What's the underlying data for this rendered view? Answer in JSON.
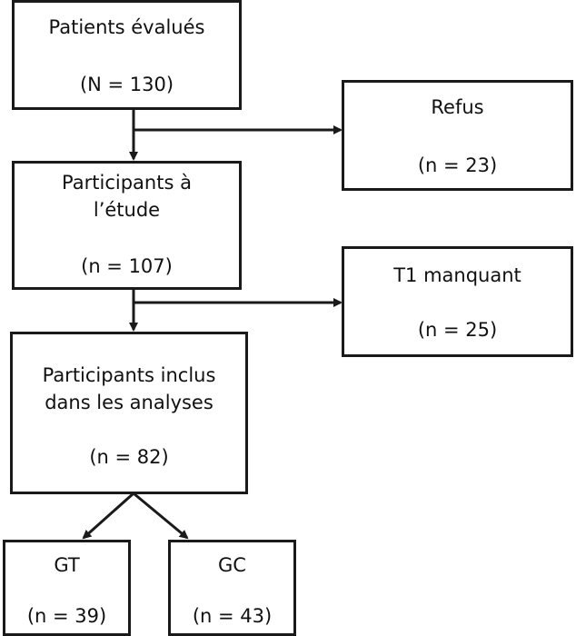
{
  "boxes": {
    "evalues": {
      "title": "Patients évalués",
      "count": "(N = 130)"
    },
    "refus": {
      "title": "Refus",
      "count": "(n = 23)"
    },
    "participants": {
      "title_line1": "Participants à",
      "title_line2": "l’étude",
      "count": "(n = 107)"
    },
    "t1": {
      "title": "T1 manquant",
      "count": "(n = 25)"
    },
    "inclus": {
      "title_line1": "Participants inclus",
      "title_line2": "dans les analyses",
      "count": "(n = 82)"
    },
    "gt": {
      "title": "GT",
      "count": "(n = 39)"
    },
    "gc": {
      "title": "GC",
      "count": "(n = 43)"
    }
  }
}
